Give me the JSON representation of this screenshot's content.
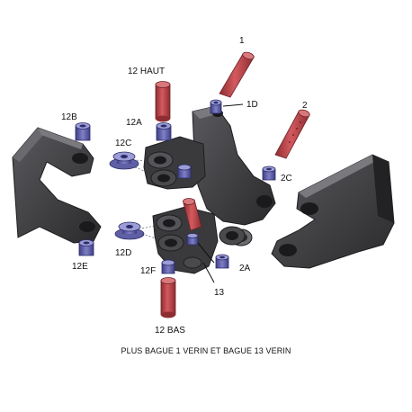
{
  "labels": {
    "l1": "1",
    "l1d": "1D",
    "l2": "2",
    "l2c": "2C",
    "l2a": "2A",
    "l12haut": "12 HAUT",
    "l12a": "12A",
    "l12b": "12B",
    "l12c": "12C",
    "l12d": "12D",
    "l12e": "12E",
    "l12f": "12F",
    "l12bas": "12 BAS",
    "l13": "13"
  },
  "caption": "PLUS BAGUE 1 VERIN ET BAGUE 13 VERIN",
  "colors": {
    "metal_dark": "#2f2f31",
    "metal_mid": "#4a4a4d",
    "metal_light": "#6a6a6e",
    "pin_red": "#c0464b",
    "pin_red_dark": "#8e2d31",
    "bushing_purple": "#5f5fa6",
    "bushing_purple_light": "#8f8fd0"
  }
}
